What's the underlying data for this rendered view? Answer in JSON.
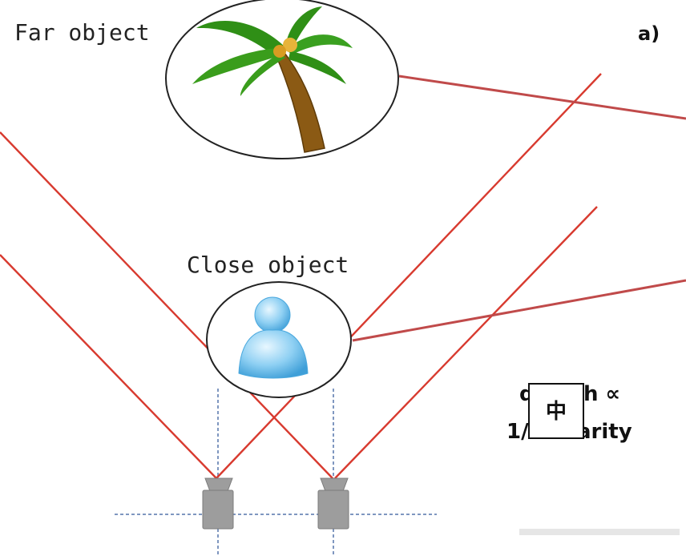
{
  "labels": {
    "far_object": "Far object",
    "close_object": "Close object",
    "panel": "a)",
    "formula_top_left": "d",
    "formula_top_right": "h ∝",
    "formula_bottom_left": "1/",
    "formula_bottom_right": "arity",
    "ime_glyph": "中"
  },
  "colors": {
    "ray": "#d83a2f",
    "ray_dark": "#c04a4a",
    "grid": "#7f97c0",
    "camera": "#9d9d9d"
  },
  "icons": {
    "far": "palm-tree-icon",
    "close": "person-icon",
    "camera": "camera-icon",
    "overlay": "ime-indicator-icon"
  }
}
